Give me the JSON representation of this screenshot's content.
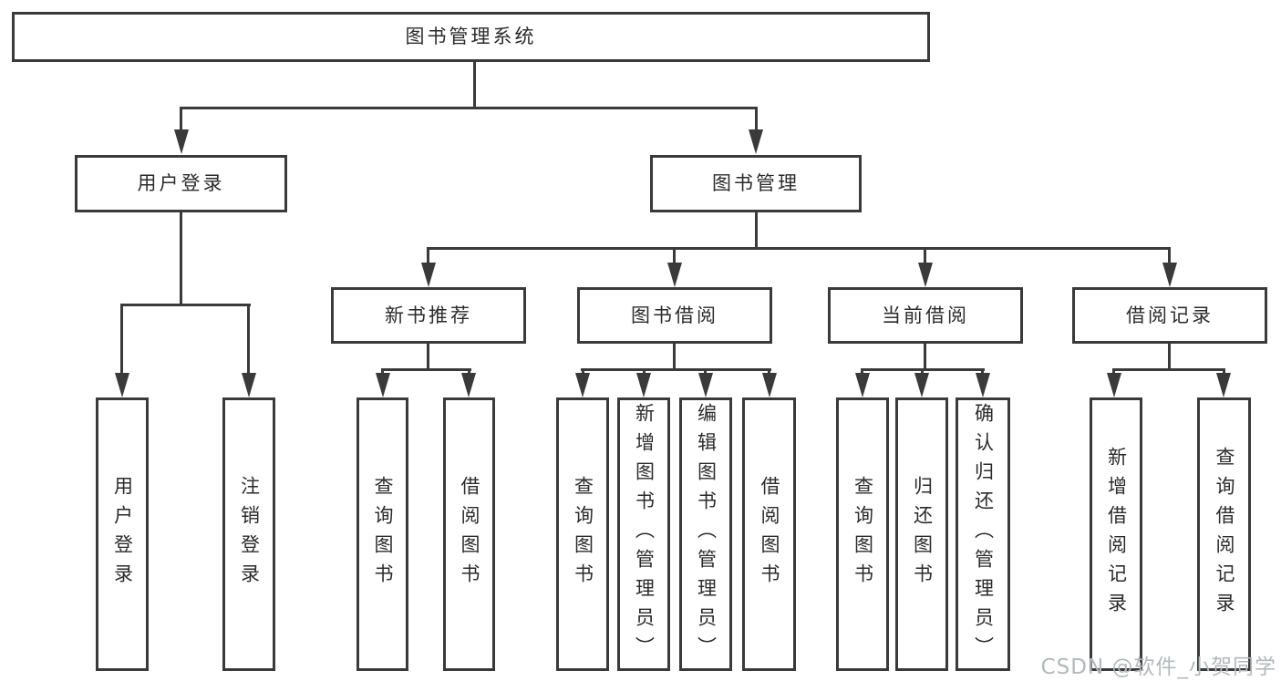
{
  "tree": {
    "label": "图书管理系统",
    "children": [
      {
        "label": "用户登录",
        "children": [
          {
            "label": "用户登录"
          },
          {
            "label": "注销登录"
          }
        ]
      },
      {
        "label": "图书管理",
        "children": [
          {
            "label": "新书推荐",
            "children": [
              {
                "label": "查询图书"
              },
              {
                "label": "借阅图书"
              }
            ]
          },
          {
            "label": "图书借阅",
            "children": [
              {
                "label": "查询图书"
              },
              {
                "label": "新增图书（管理员）"
              },
              {
                "label": "编辑图书（管理员）"
              },
              {
                "label": "借阅图书"
              }
            ]
          },
          {
            "label": "当前借阅",
            "children": [
              {
                "label": "查询图书"
              },
              {
                "label": "归还图书"
              },
              {
                "label": "确认归还（管理员）"
              }
            ]
          },
          {
            "label": "借阅记录",
            "children": [
              {
                "label": "新增借阅记录"
              },
              {
                "label": "查询借阅记录"
              }
            ]
          }
        ]
      }
    ]
  },
  "watermark": "CSDN @软件_小贺同学",
  "colors": {
    "line": "#3a3a3a",
    "text": "#2b2b2b",
    "watermark": "#b5b8bb",
    "background": "#ffffff"
  }
}
